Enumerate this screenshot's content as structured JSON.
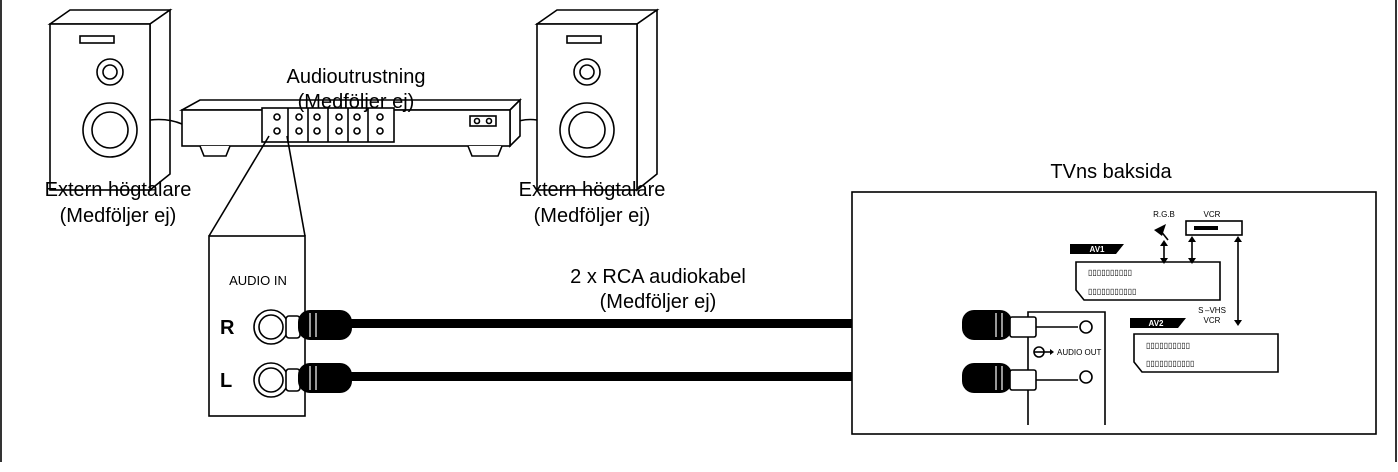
{
  "labels": {
    "audio_equipment": "Audioutrustning",
    "not_included_1": "(Medföljer ej)",
    "speaker_left": "Extern högtalare",
    "not_included_2": "(Medföljer ej)",
    "speaker_right": "Extern högtalare",
    "not_included_3": "(Medföljer ej)",
    "tv_back": "TVns baksida",
    "audio_in": "AUDIO IN",
    "right_channel": "R",
    "left_channel": "L",
    "cable": "2 x RCA audiokabel",
    "not_included_4": "(Medföljer ej)",
    "audio_out": "AUDIO OUT",
    "av1": "AV1",
    "av2": "AV2",
    "rgb": "R.G.B",
    "vcr_top": "VCR",
    "svhs": "S –VHS",
    "vcr_bottom": "VCR"
  },
  "colors": {
    "line": "#000000",
    "background": "#ffffff"
  }
}
